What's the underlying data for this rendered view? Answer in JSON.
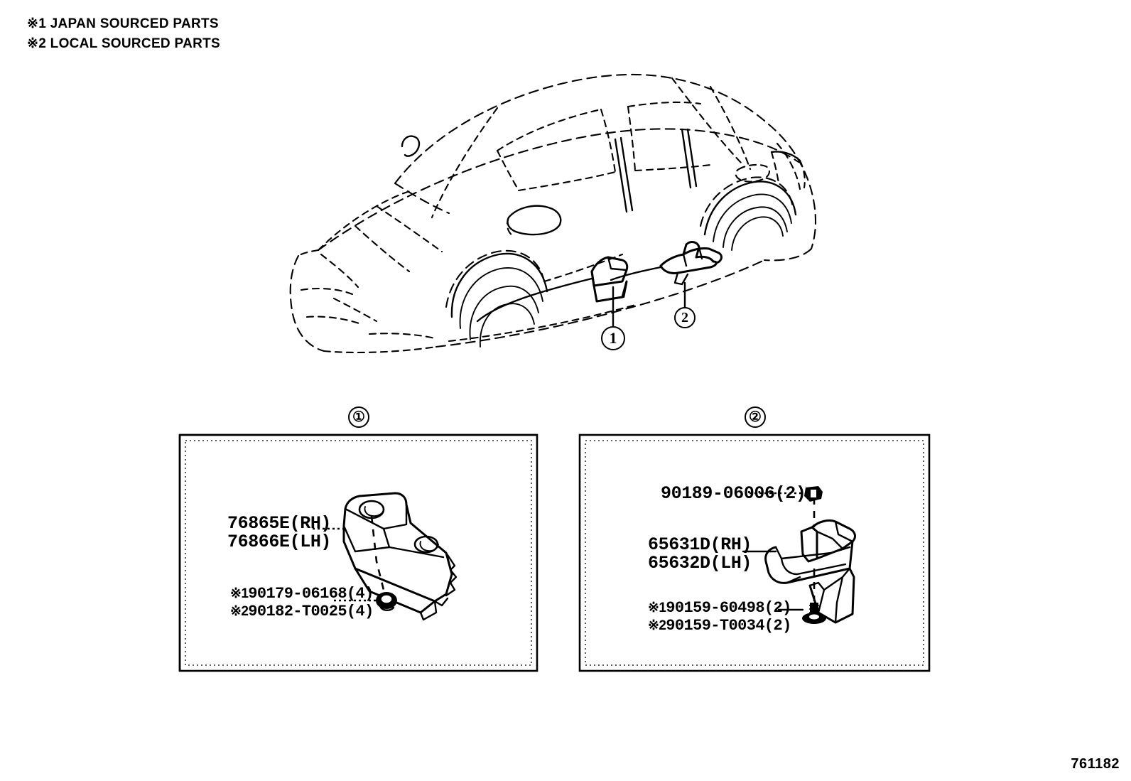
{
  "document": {
    "type": "vehicle-parts-illustration",
    "figure_id": "761182",
    "background_color": "#ffffff",
    "line_color": "#000000"
  },
  "header": {
    "notes": [
      "※1 JAPAN SOURCED PARTS",
      "※2 LOCAL SOURCED PARTS"
    ]
  },
  "vehicle": {
    "view": "front three-quarter side view",
    "line_style": "dashed phantom outline",
    "callouts": [
      {
        "id": "1",
        "symbol": "①",
        "target": "rocker panel front step bracket"
      },
      {
        "id": "2",
        "symbol": "②",
        "target": "rear mudguard bracket"
      }
    ]
  },
  "panels": [
    {
      "id": "panel-1",
      "callout": "①",
      "labels": [
        {
          "name": "part-main-rh",
          "text": "76865E(RH)"
        },
        {
          "name": "part-main-lh",
          "text": "76866E(LH)"
        }
      ],
      "fasteners": [
        {
          "name": "fastener-japan",
          "mark": "※1",
          "text": "90179-06168(4)"
        },
        {
          "name": "fastener-local",
          "mark": "※2",
          "text": "90182-T0025(4)"
        }
      ]
    },
    {
      "id": "panel-2",
      "callout": "②",
      "labels": [
        {
          "name": "clip-top",
          "text": "90189-06006(2)"
        },
        {
          "name": "part-main-rh",
          "text": "65631D(RH)"
        },
        {
          "name": "part-main-lh",
          "text": "65632D(LH)"
        }
      ],
      "fasteners": [
        {
          "name": "fastener-japan",
          "mark": "※1",
          "text": "90159-60498(2)"
        },
        {
          "name": "fastener-local",
          "mark": "※2",
          "text": "90159-T0034(2)"
        }
      ]
    }
  ]
}
